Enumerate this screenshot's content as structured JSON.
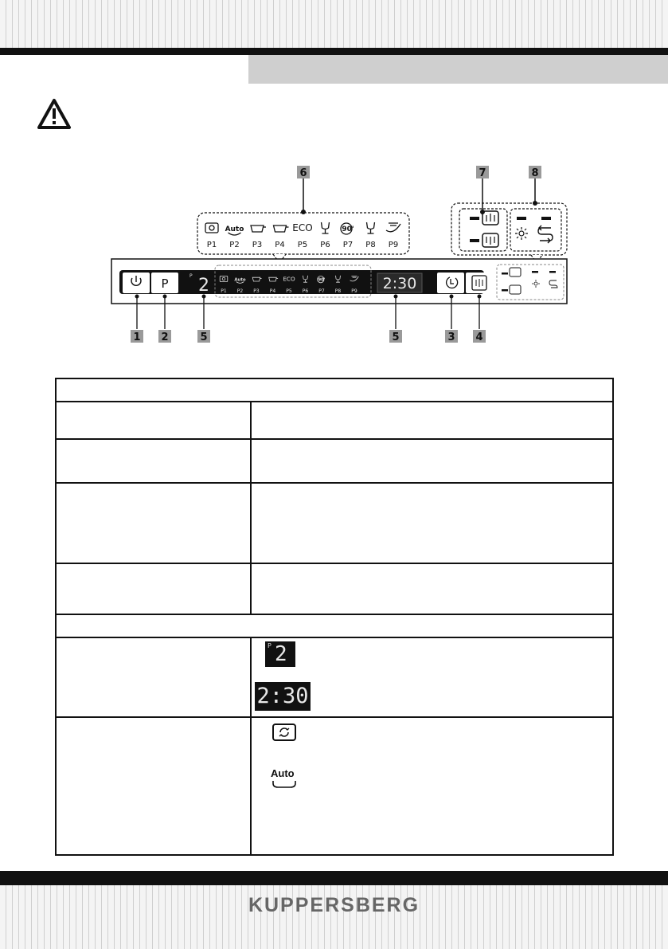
{
  "diagram": {
    "callouts": [
      "1",
      "2",
      "3",
      "4",
      "5",
      "5",
      "6",
      "7",
      "8"
    ],
    "programs": [
      {
        "code": "P1",
        "icon": "rinse-icon"
      },
      {
        "code": "P2",
        "icon": "auto-icon",
        "badge": "Auto"
      },
      {
        "code": "P3",
        "icon": "intensive-pot-icon"
      },
      {
        "code": "P4",
        "icon": "normal-cup-icon"
      },
      {
        "code": "P5",
        "icon": "eco-text",
        "badge": "ECO"
      },
      {
        "code": "P6",
        "icon": "glass-icon"
      },
      {
        "code": "P7",
        "icon": "90-min-icon",
        "badge": "90'"
      },
      {
        "code": "P8",
        "icon": "quick-glass-icon"
      },
      {
        "code": "P9",
        "icon": "self-clean-icon"
      }
    ],
    "program_display": "2",
    "program_display_prefix": "P",
    "time_display": "2:30",
    "power_label": "⏻",
    "program_button_label": "P"
  },
  "table": {
    "display_small_prefix": "P",
    "display_small_value": "2",
    "display_big_value": "2:30",
    "auto_label": "Auto"
  },
  "footer": {
    "brand": "KUPPERSBERG"
  },
  "colors": {
    "dark": "#111111",
    "header_gray": "#cfcfcf",
    "brand_gray": "#666666",
    "led_digit": "#e8e8e8"
  }
}
